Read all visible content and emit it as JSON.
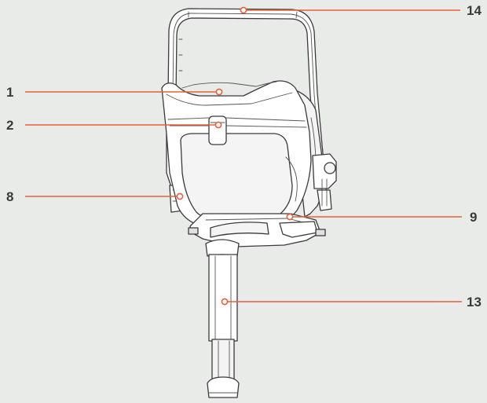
{
  "colors": {
    "background": "#e9ebe9",
    "leader_line": "#e8603c",
    "outline": "#3b3b3b",
    "label_text": "#3a3a3a"
  },
  "callouts": [
    {
      "id": "1",
      "label": "1"
    },
    {
      "id": "2",
      "label": "2"
    },
    {
      "id": "8",
      "label": "8"
    },
    {
      "id": "9",
      "label": "9"
    },
    {
      "id": "13",
      "label": "13"
    },
    {
      "id": "14",
      "label": "14"
    }
  ]
}
